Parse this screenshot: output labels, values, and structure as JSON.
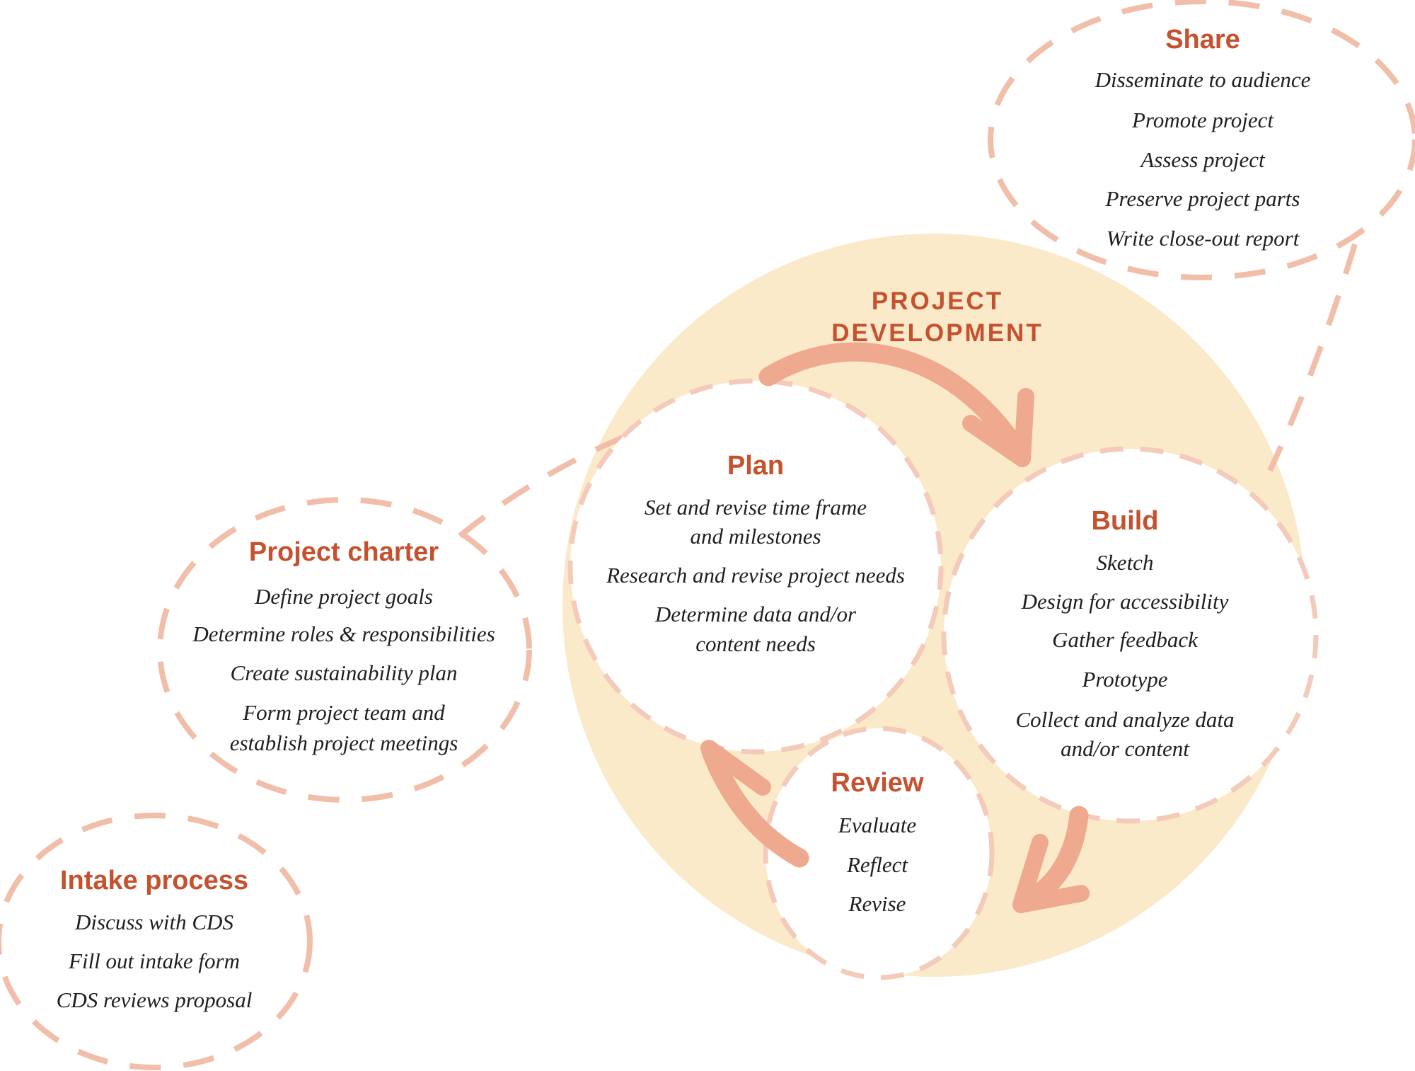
{
  "palette": {
    "heading_color": "#C5512E",
    "body_text_color": "#221E1F",
    "cycle_fill_color": "#FBEACA",
    "arrow_color": "#EFA98F",
    "outer_dash_color": "#F1BEA9",
    "inner_dash_color": "#F4CABA"
  },
  "cycle": {
    "title_line1": "PROJECT",
    "title_line2": "DEVELOPMENT"
  },
  "nodes": {
    "share": {
      "title": "Share",
      "lines": [
        "Disseminate to audience",
        "Promote project",
        "Assess project",
        "Preserve project parts",
        "Write close-out report"
      ]
    },
    "plan": {
      "title": "Plan",
      "lines": [
        "Set and revise time frame",
        "and milestones",
        "Research and revise project needs",
        "Determine data and/or",
        "content needs"
      ]
    },
    "build": {
      "title": "Build",
      "lines": [
        "Sketch",
        "Design for accessibility",
        "Gather feedback",
        "Prototype",
        "Collect and analyze data",
        "and/or content"
      ]
    },
    "review": {
      "title": "Review",
      "lines": [
        "Evaluate",
        "Reflect",
        "Revise"
      ]
    },
    "project_charter": {
      "title": "Project charter",
      "lines": [
        "Define project goals",
        "Determine roles & responsibilities",
        "Create sustainability plan",
        "Form project team and",
        "establish project meetings"
      ]
    },
    "intake": {
      "title": "Intake process",
      "lines": [
        "Discuss with CDS",
        "Fill out intake form",
        "CDS reviews proposal"
      ]
    }
  }
}
